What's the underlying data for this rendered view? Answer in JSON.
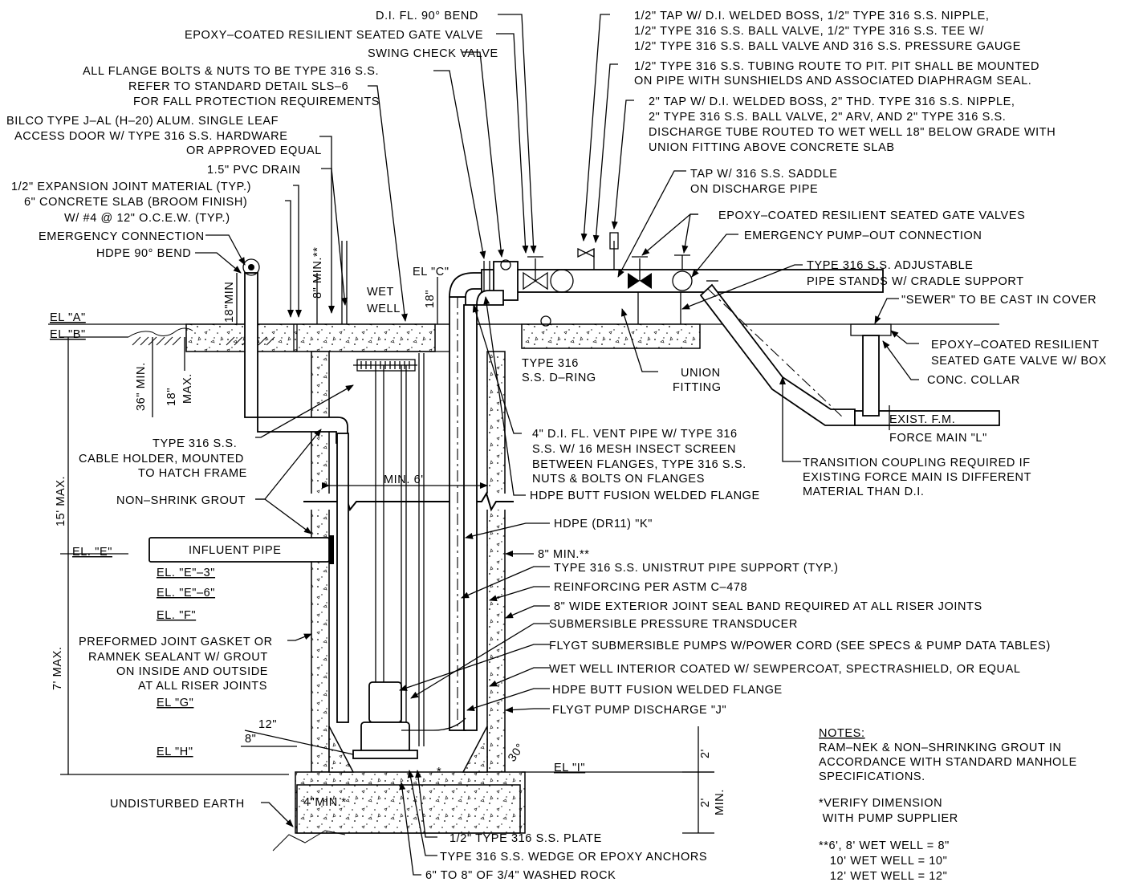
{
  "callouts": [
    {
      "id": "di-bend",
      "text": "D.I. FL. 90° BEND"
    },
    {
      "id": "gate-valve",
      "text": "EPOXY–COATED RESILIENT SEATED GATE VALVE"
    },
    {
      "id": "check-valve",
      "text": "SWING CHECK VALVE"
    },
    {
      "id": "flange-bolts",
      "text": "ALL FLANGE BOLTS & NUTS TO BE TYPE 316 S.S."
    },
    {
      "id": "refer-1",
      "text": "REFER TO STANDARD DETAIL SLS–6"
    },
    {
      "id": "refer-2",
      "text": "FOR FALL PROTECTION REQUIREMENTS"
    },
    {
      "id": "bilco-1",
      "text": "BILCO TYPE J–AL (H–20) ALUM. SINGLE LEAF"
    },
    {
      "id": "bilco-2",
      "text": "ACCESS DOOR W/ TYPE 316 S.S. HARDWARE"
    },
    {
      "id": "bilco-3",
      "text": "OR APPROVED EQUAL"
    },
    {
      "id": "pvc-drain",
      "text": "1.5\" PVC DRAIN"
    },
    {
      "id": "expansion",
      "text": "1/2\" EXPANSION JOINT MATERIAL (TYP.)"
    },
    {
      "id": "slab-1",
      "text": "6\" CONCRETE SLAB (BROOM FINISH)"
    },
    {
      "id": "slab-2",
      "text": "W/ #4 @ 12\" O.C.E.W. (TYP.)"
    },
    {
      "id": "emergency",
      "text": "EMERGENCY CONNECTION"
    },
    {
      "id": "hdpe-bend",
      "text": "HDPE 90° BEND"
    },
    {
      "id": "tap-half-1",
      "text": "1/2\" TAP W/ D.I. WELDED BOSS, 1/2\" TYPE 316 S.S. NIPPLE,"
    },
    {
      "id": "tap-half-2",
      "text": "1/2\" TYPE 316 S.S. BALL VALVE, 1/2\" TYPE 316 S.S. TEE W/"
    },
    {
      "id": "tap-half-3",
      "text": "1/2\" TYPE 316 S.S. BALL VALVE AND 316 S.S. PRESSURE GAUGE"
    },
    {
      "id": "tubing-1",
      "text": "1/2\" TYPE 316 S.S. TUBING ROUTE TO PIT. PIT SHALL BE MOUNTED"
    },
    {
      "id": "tubing-2",
      "text": "ON PIPE WITH SUNSHIELDS AND ASSOCIATED DIAPHRAGM SEAL."
    },
    {
      "id": "tap2-1",
      "text": "2\" TAP W/ D.I. WELDED BOSS, 2\" THD. TYPE 316 S.S. NIPPLE,"
    },
    {
      "id": "tap2-2",
      "text": "2\" TYPE 316 S.S. BALL VALVE, 2\" ARV, AND 2\" TYPE 316 S.S."
    },
    {
      "id": "tap2-3",
      "text": "DISCHARGE TUBE ROUTED TO WET WELL 18\" BELOW GRADE WITH"
    },
    {
      "id": "tap2-4",
      "text": "UNION FITTING ABOVE CONCRETE SLAB"
    },
    {
      "id": "saddle-1",
      "text": "TAP W/ 316 S.S. SADDLE"
    },
    {
      "id": "saddle-2",
      "text": "ON DISCHARGE PIPE"
    },
    {
      "id": "gate-valves",
      "text": "EPOXY–COATED RESILIENT SEATED GATE VALVES"
    },
    {
      "id": "pump-out",
      "text": "EMERGENCY PUMP–OUT CONNECTION"
    },
    {
      "id": "stands-1",
      "text": "TYPE 316 S.S. ADJUSTABLE"
    },
    {
      "id": "stands-2",
      "text": "PIPE STANDS W/ CRADLE SUPPORT"
    },
    {
      "id": "sewer",
      "text": "\"SEWER\" TO BE CAST IN COVER"
    },
    {
      "id": "valve-box-1",
      "text": "EPOXY–COATED RESILIENT"
    },
    {
      "id": "valve-box-2",
      "text": "SEATED GATE VALVE W/ BOX"
    },
    {
      "id": "collar",
      "text": "CONC. COLLAR"
    },
    {
      "id": "exist-fm",
      "text": "EXIST. F.M."
    },
    {
      "id": "force-main",
      "text": "FORCE MAIN \"L\""
    },
    {
      "id": "transition-1",
      "text": "TRANSITION COUPLING REQUIRED IF"
    },
    {
      "id": "transition-2",
      "text": "EXISTING FORCE MAIN IS DIFFERENT"
    },
    {
      "id": "transition-3",
      "text": "MATERIAL THAN D.I."
    },
    {
      "id": "union-1",
      "text": "UNION"
    },
    {
      "id": "union-2",
      "text": "FITTING"
    },
    {
      "id": "dring-1",
      "text": "TYPE 316"
    },
    {
      "id": "dring-2",
      "text": "S.S. D–RING"
    },
    {
      "id": "vent-1",
      "text": "4\" D.I. FL. VENT PIPE W/ TYPE 316"
    },
    {
      "id": "vent-2",
      "text": "S.S. W/ 16 MESH INSECT SCREEN"
    },
    {
      "id": "vent-3",
      "text": "BETWEEN FLANGES, TYPE 316 S.S."
    },
    {
      "id": "vent-4",
      "text": "NUTS & BOLTS ON FLANGES"
    },
    {
      "id": "hdpe-flange-top",
      "text": "HDPE BUTT FUSION WELDED FLANGE"
    },
    {
      "id": "hdpe-k",
      "text": "HDPE (DR11) \"K\""
    },
    {
      "id": "min8",
      "text": "8\" MIN.**"
    },
    {
      "id": "unistrut",
      "text": "TYPE 316 S.S. UNISTRUT PIPE SUPPORT (TYP.)"
    },
    {
      "id": "reinforcing",
      "text": "REINFORCING PER ASTM C–478"
    },
    {
      "id": "seal-band",
      "text": "8\" WIDE EXTERIOR JOINT SEAL BAND REQUIRED AT ALL RISER JOINTS"
    },
    {
      "id": "transducer",
      "text": "SUBMERSIBLE PRESSURE TRANSDUCER"
    },
    {
      "id": "flygt-pumps",
      "text": "FLYGT SUBMERSIBLE PUMPS W/POWER CORD (SEE SPECS & PUMP DATA TABLES)"
    },
    {
      "id": "coated",
      "text": "WET WELL INTERIOR COATED W/ SEWPERCOAT, SPECTRASHIELD, OR EQUAL"
    },
    {
      "id": "hdpe-flange-bot",
      "text": "HDPE BUTT FUSION WELDED FLANGE"
    },
    {
      "id": "flygt-discharge",
      "text": "FLYGT PUMP DISCHARGE \"J\""
    },
    {
      "id": "cable-1",
      "text": "TYPE 316 S.S."
    },
    {
      "id": "cable-2",
      "text": "CABLE HOLDER, MOUNTED"
    },
    {
      "id": "cable-3",
      "text": "TO HATCH FRAME"
    },
    {
      "id": "grout",
      "text": "NON–SHRINK GROUT"
    },
    {
      "id": "influent",
      "text": "INFLUENT PIPE"
    },
    {
      "id": "gasket-1",
      "text": "PREFORMED JOINT GASKET OR"
    },
    {
      "id": "gasket-2",
      "text": "RAMNEK SEALANT W/ GROUT"
    },
    {
      "id": "gasket-3",
      "text": "ON INSIDE AND OUTSIDE"
    },
    {
      "id": "gasket-4",
      "text": "AT ALL RISER JOINTS"
    },
    {
      "id": "earth",
      "text": "UNDISTURBED EARTH"
    },
    {
      "id": "plate",
      "text": "1/2\" TYPE 316 S.S. PLATE"
    },
    {
      "id": "anchors",
      "text": "TYPE 316 S.S. WEDGE OR EPOXY ANCHORS"
    },
    {
      "id": "rock",
      "text": "6\" TO 8\" OF 3/4\" WASHED ROCK"
    },
    {
      "id": "wet-1",
      "text": "WET"
    },
    {
      "id": "wet-2",
      "text": "WELL"
    }
  ],
  "elevations": [
    {
      "id": "el-a",
      "text": "EL \"A\""
    },
    {
      "id": "el-b",
      "text": "EL \"B\""
    },
    {
      "id": "el-c",
      "text": "EL \"C\""
    },
    {
      "id": "el-e",
      "text": "EL. \"E\""
    },
    {
      "id": "el-e3",
      "text": "EL. \"E\"–3\""
    },
    {
      "id": "el-e6",
      "text": "EL. \"E\"–6\""
    },
    {
      "id": "el-f",
      "text": "EL. \"F\""
    },
    {
      "id": "el-g",
      "text": "EL \"G\""
    },
    {
      "id": "el-h",
      "text": "EL \"H\""
    },
    {
      "id": "el-i",
      "text": "EL \"I\""
    }
  ],
  "dimensions": [
    {
      "id": "d-18min",
      "text": "18\"MIN"
    },
    {
      "id": "d-8min",
      "text": "8\" MIN.**"
    },
    {
      "id": "d-36min",
      "text": "36\" MIN."
    },
    {
      "id": "d-18max",
      "text": "18\""
    },
    {
      "id": "d-max",
      "text": "MAX."
    },
    {
      "id": "d-15max",
      "text": "15' MAX."
    },
    {
      "id": "d-7max",
      "text": "7' MAX."
    },
    {
      "id": "d-18",
      "text": "18\""
    },
    {
      "id": "d-min6",
      "text": "MIN. 6'"
    },
    {
      "id": "d-12",
      "text": "12\""
    },
    {
      "id": "d-8",
      "text": "8\""
    },
    {
      "id": "d-4min",
      "text": "4\"MIN.*"
    },
    {
      "id": "d-30",
      "text": "30°"
    },
    {
      "id": "d-2",
      "text": "2'"
    },
    {
      "id": "d-2min",
      "text": "2'"
    },
    {
      "id": "d-min",
      "text": "MIN."
    },
    {
      "id": "d-star",
      "text": "*"
    }
  ],
  "notes": {
    "title": "NOTES:",
    "lines": [
      "RAM–NEK & NON–SHRINKING GROUT IN",
      "ACCORDANCE WITH STANDARD MANHOLE",
      "SPECIFICATIONS.",
      "*VERIFY DIMENSION",
      " WITH PUMP SUPPLIER",
      "**6', 8' WET WELL = 8\"",
      "   10' WET WELL = 10\"",
      "   12' WET WELL = 12\""
    ]
  }
}
